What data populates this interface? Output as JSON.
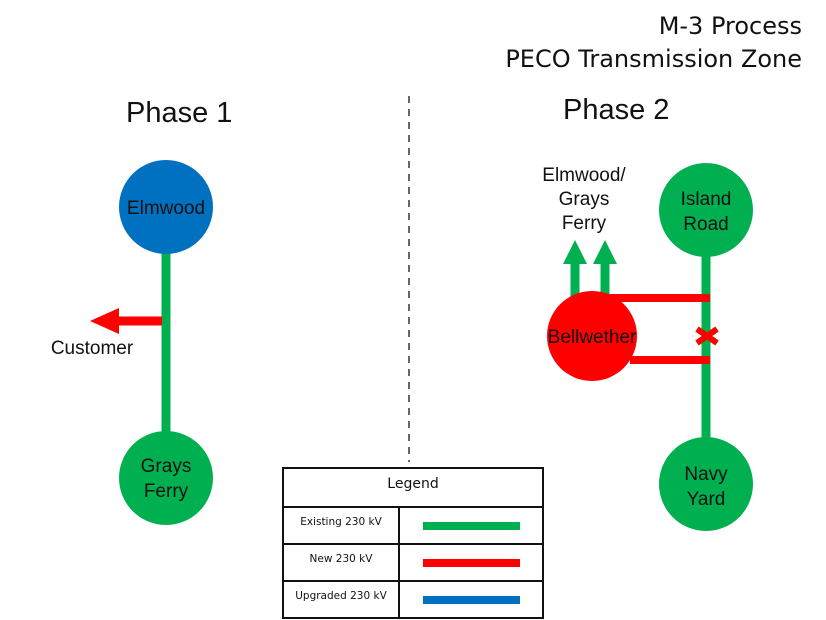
{
  "title": {
    "line1": "M-3 Process",
    "line2": "PECO Transmission Zone"
  },
  "phases": [
    {
      "label": "Phase 1"
    },
    {
      "label": "Phase 2"
    }
  ],
  "colors": {
    "existing": "#00b050",
    "new": "#ff0000",
    "upgraded": "#0070c0",
    "text": "#111111"
  },
  "phase1": {
    "nodes": [
      {
        "id": "elmwood",
        "label": "Elmwood",
        "type": "upgraded"
      },
      {
        "id": "grays-ferry",
        "label_lines": [
          "Grays",
          "Ferry"
        ],
        "type": "existing"
      }
    ],
    "customer_label": "Customer"
  },
  "phase2": {
    "nodes": [
      {
        "id": "island-road",
        "label_lines": [
          "Island",
          "Road"
        ],
        "type": "existing"
      },
      {
        "id": "bellwether",
        "label": "Bellwether",
        "type": "new"
      },
      {
        "id": "navy-yard",
        "label_lines": [
          "Navy",
          "Yard"
        ],
        "type": "existing"
      }
    ],
    "outgoing_label_lines": [
      "Elmwood/",
      "Grays",
      "Ferry"
    ],
    "cut_marker": "x"
  },
  "legend": {
    "title": "Legend",
    "rows": [
      {
        "label": "Existing 230 kV",
        "type": "existing"
      },
      {
        "label": "New 230 kV",
        "type": "new"
      },
      {
        "label": "Upgraded 230 kV",
        "type": "upgraded"
      }
    ]
  }
}
